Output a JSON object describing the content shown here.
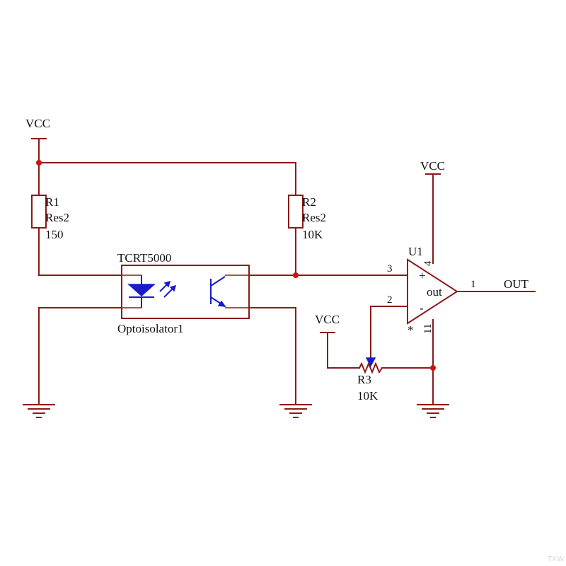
{
  "colors": {
    "wire": "#8b1a1a",
    "junction": "#cc1111",
    "symbol_blue": "#1b1bcc",
    "text": "#111111",
    "background": "#ffffff"
  },
  "power": {
    "vcc_label": "VCC"
  },
  "r1": {
    "ref": "R1",
    "type": "Res2",
    "value": "150"
  },
  "r2": {
    "ref": "R2",
    "type": "Res2",
    "value": "10K"
  },
  "r3": {
    "ref": "R3",
    "value": "10K"
  },
  "opto": {
    "part": "TCRT5000",
    "ref": "Optoisolator1"
  },
  "u1": {
    "ref": "U1",
    "output_label": "out",
    "pin_plus": "+",
    "pin_minus": "-",
    "pin_star": "*",
    "pin_3": "3",
    "pin_2": "2",
    "pin_1": "1",
    "pin_4": "4",
    "pin_11": "11"
  },
  "output": {
    "net_label": "OUT"
  },
  "watermark": "TXW"
}
